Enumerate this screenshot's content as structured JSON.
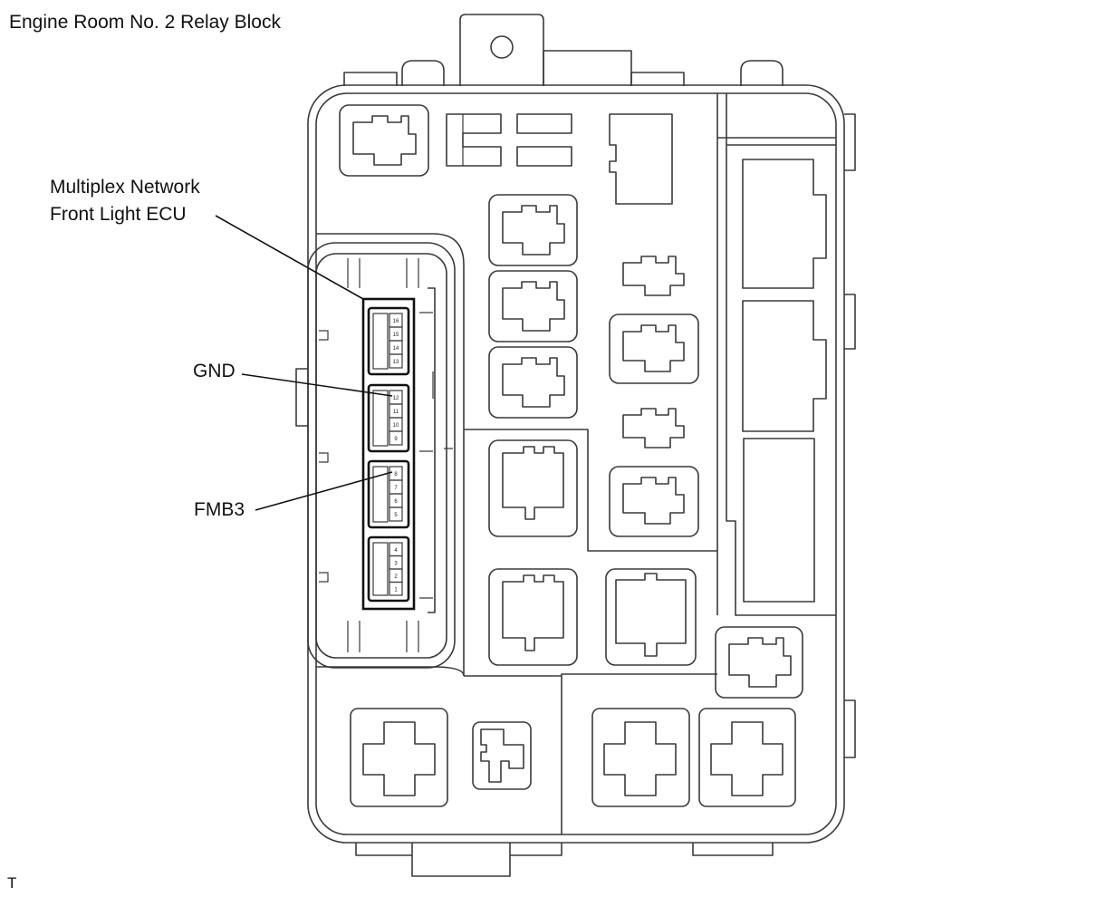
{
  "title": "Engine Room No. 2 Relay Block",
  "labels": {
    "multiplex_line1": "Multiplex Network",
    "multiplex_line2": "Front Light ECU",
    "gnd": "GND",
    "fmb3": "FMB3"
  },
  "corner_mark": "T",
  "connector_pins": {
    "group1": [
      "16",
      "15",
      "14",
      "13"
    ],
    "group2": [
      "12",
      "11",
      "10",
      "9"
    ],
    "group3": [
      "8",
      "7",
      "6",
      "5"
    ],
    "group4": [
      "4",
      "3",
      "2",
      "1"
    ]
  }
}
